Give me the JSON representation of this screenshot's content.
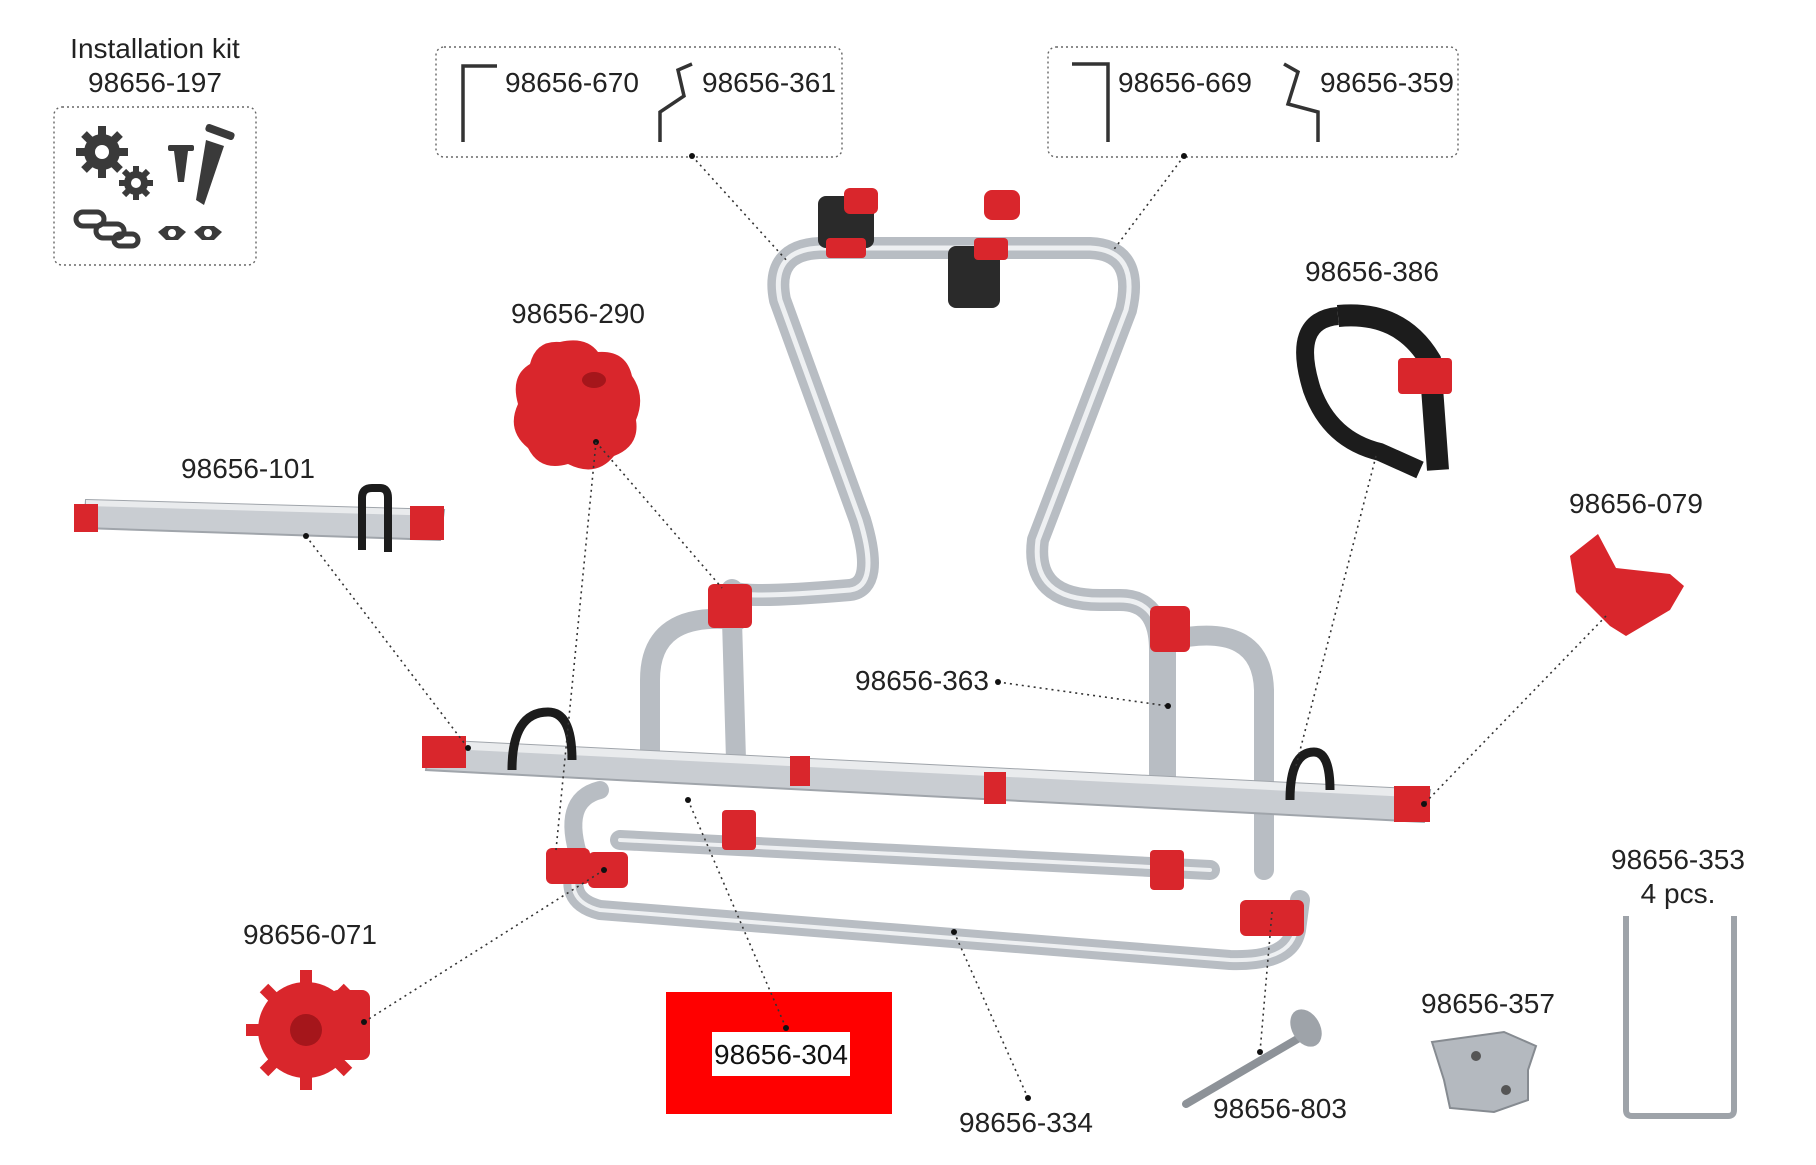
{
  "installation_kit": {
    "title": "Installation kit",
    "code": "98656-197"
  },
  "brackets_left": {
    "code_1": "98656-670",
    "code_2": "98656-361"
  },
  "brackets_right": {
    "code_1": "98656-669",
    "code_2": "98656-359"
  },
  "parts": {
    "p290": "98656-290",
    "p101": "98656-101",
    "p386": "98656-386",
    "p079": "98656-079",
    "p363": "98656-363",
    "p071": "98656-071",
    "p304": "98656-304",
    "p334": "98656-334",
    "p803": "98656-803",
    "p357": "98656-357",
    "p353": "98656-353",
    "p353_qty": "4 pcs."
  },
  "colors": {
    "highlight_box": "#ff0000",
    "plastic_red": "#d9262c",
    "aluminium": "#b8bdc3",
    "strap_black": "#1c1c1c"
  }
}
